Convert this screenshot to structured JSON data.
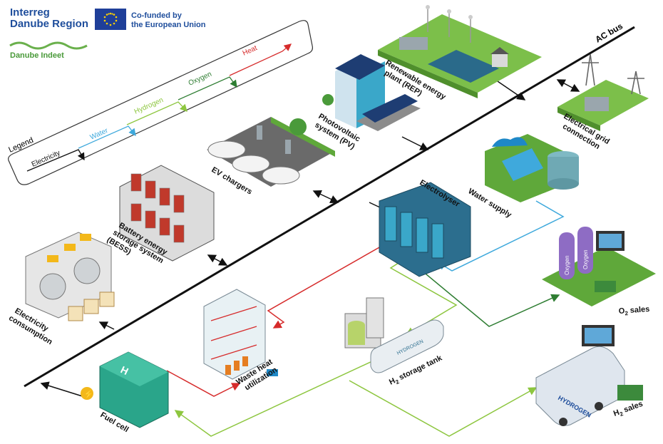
{
  "header": {
    "program_line1": "Interreg",
    "program_line2": "Danube Region",
    "project": "Danube Indeet",
    "eu_line1": "Co-funded by",
    "eu_line2": "the European Union"
  },
  "legend": {
    "title": "Legend",
    "items": [
      {
        "label": "Electricity",
        "color": "#111111"
      },
      {
        "label": "Water",
        "color": "#3fa9dc"
      },
      {
        "label": "Hydrogen",
        "color": "#8dc63f"
      },
      {
        "label": "Oxygen",
        "color": "#2e7d32"
      },
      {
        "label": "Heat",
        "color": "#d62b2b"
      }
    ]
  },
  "bus_label": "AC bus",
  "nodes": {
    "rep": [
      "Renewable energy",
      "plant (REP)"
    ],
    "grid": [
      "Electrical grid",
      "connection"
    ],
    "pv": [
      "Photovoltaic",
      "system (PV)"
    ],
    "ev": [
      "EV chargers"
    ],
    "bess": [
      "Battery energy",
      "storage system",
      "(BESS)"
    ],
    "consumption": [
      "Electricity",
      "consumption"
    ],
    "electrolyser": [
      "Electrolyser"
    ],
    "water": [
      "Water supply"
    ],
    "o2_sales": "sales",
    "h2_storage": "storage tank",
    "heat": [
      "Waste heat",
      "utilization"
    ],
    "fuel_cell": [
      "Fuel cell"
    ],
    "h2_sales": "sales"
  },
  "labels": {
    "oxygen_tank": "Oxygen",
    "hydrogen_tank": "HYDROGEN",
    "h2_symbol": "H",
    "o2_symbol": "O",
    "sub2": "2"
  },
  "colors": {
    "electricity": "#111111",
    "water": "#3fa9dc",
    "hydrogen": "#8dc63f",
    "oxygen": "#2e7d32",
    "heat": "#d62b2b",
    "brand": "#1f4e9c"
  }
}
